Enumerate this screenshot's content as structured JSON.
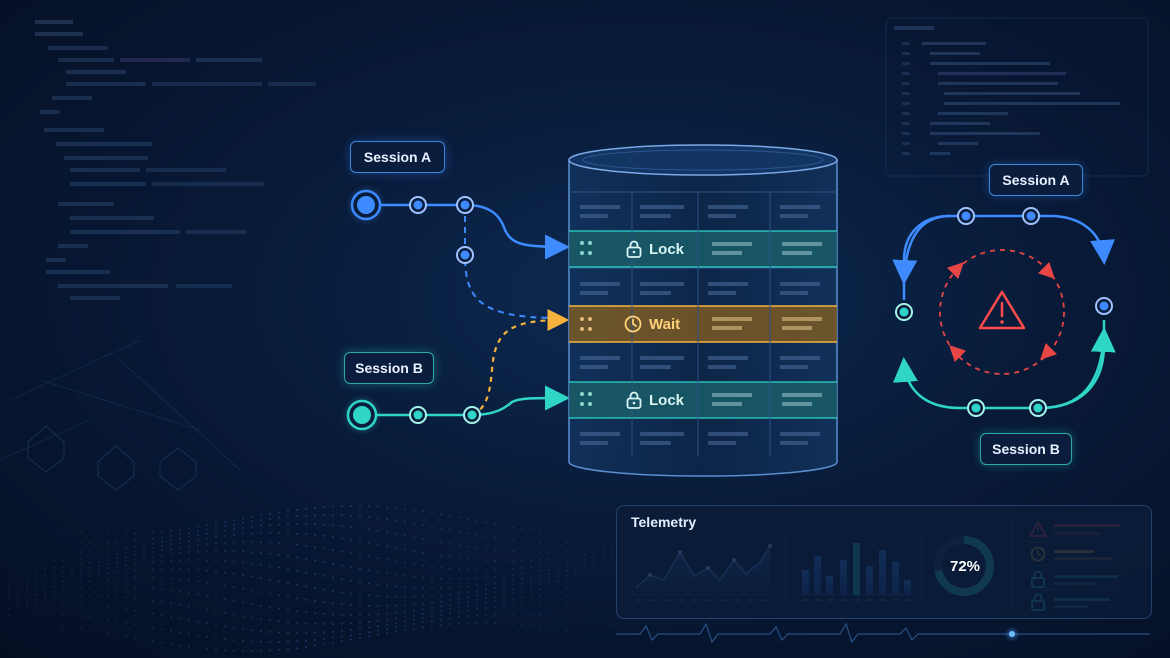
{
  "left_diagram": {
    "session_a": "Session A",
    "session_b": "Session B"
  },
  "database": {
    "lock_label_top": "Lock",
    "wait_label": "Wait",
    "lock_label_bottom": "Lock"
  },
  "deadlock_cycle": {
    "session_a": "Session A",
    "session_b": "Session B",
    "icon": "warning-triangle-icon"
  },
  "telemetry": {
    "title": "Telemetry",
    "gauge_value": 72,
    "gauge_label": "72%",
    "status_icons": [
      "warning-triangle-icon",
      "clock-icon",
      "lock-icon",
      "lock-icon"
    ]
  },
  "colors": {
    "session_a_blue": "#2f7bff",
    "session_b_teal": "#21d4c4",
    "lock_teal": "#1f7d82",
    "wait_amber": "#f5b23d",
    "warning_red": "#ff4b4b"
  }
}
